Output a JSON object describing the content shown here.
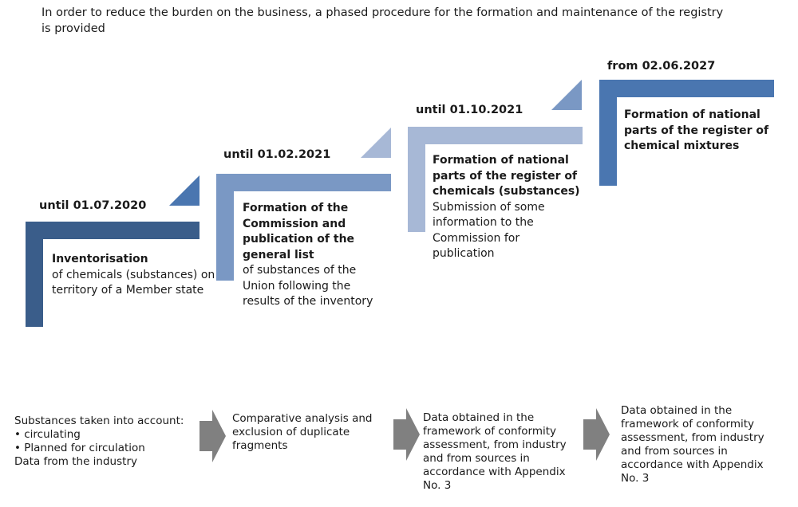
{
  "intro": "In order to reduce the burden on the business, a phased procedure for the formation and maintenance of the registry is provided",
  "colors": {
    "dark": "#3a5d8a",
    "mid": "#4a76b0",
    "medium_light": "#7a98c4",
    "light": "#a7b8d6",
    "arrow": "#808080"
  },
  "steps": [
    {
      "date": "until 01.07.2020",
      "title": "Inventorisation",
      "desc": "of chemicals (substances) on territory of a Member state"
    },
    {
      "date": "until 01.02.2021",
      "title": "Formation of the Commission and publication of the general list",
      "desc": "of substances of the Union following the results of the inventory"
    },
    {
      "date": "until 01.10.2021",
      "title": "Formation of national parts of the register of chemicals (substances)",
      "desc": "Submission of some information to the Commission for publication"
    },
    {
      "date": "from 02.06.2027",
      "title": "Formation of national parts of the register of chemical mixtures",
      "desc": ""
    }
  ],
  "sources": [
    {
      "lines": [
        "Substances taken into account:",
        "• circulating",
        "• Planned for circulation",
        "Data from the industry"
      ]
    },
    {
      "text": "Comparative analysis and exclusion of duplicate fragments"
    },
    {
      "text": "Data obtained in the framework of conformity assessment, from industry and from sources in accordance with Appendix No. 3"
    },
    {
      "text": "Data obtained in the framework of conformity assessment, from industry and from sources in accordance with Appendix No. 3"
    }
  ]
}
